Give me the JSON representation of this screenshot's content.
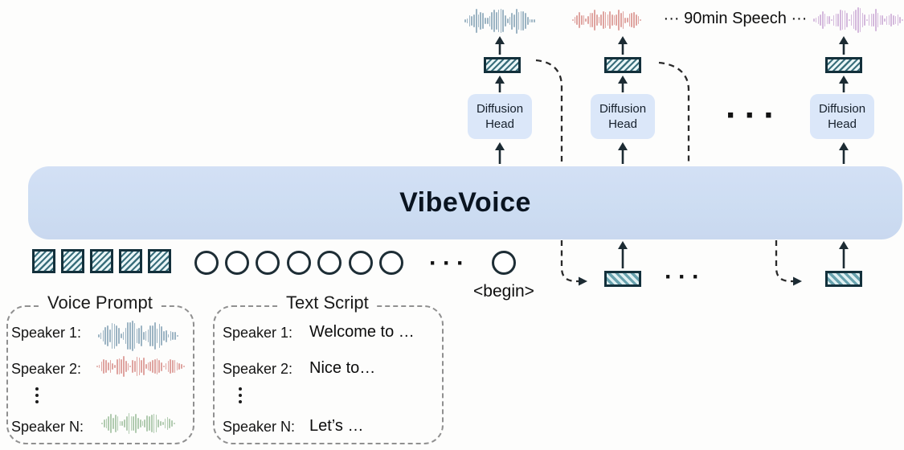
{
  "model": {
    "name": "VibeVoice"
  },
  "output": {
    "speech_label": "··· 90min Speech ···",
    "diffusion_head": {
      "line1": "Diffusion",
      "line2": "Head"
    },
    "heads_ellipsis": "···"
  },
  "tokens": {
    "begin_token": "<begin>",
    "input_row_ellipsis": "···",
    "generated_row_ellipsis": "···"
  },
  "voice_prompt": {
    "title": "Voice Prompt",
    "rows": [
      {
        "label": "Speaker 1:",
        "wave_color": "#9cb4c3"
      },
      {
        "label": "Speaker 2:",
        "wave_color": "#dfa4a0"
      },
      {
        "label": "⋮"
      },
      {
        "label": "Speaker N:",
        "wave_color": "#b1cbb0"
      }
    ]
  },
  "text_script": {
    "title": "Text Script",
    "rows": [
      {
        "label": "Speaker 1:",
        "text": "Welcome to …"
      },
      {
        "label": "Speaker 2:",
        "text": "Nice to…"
      },
      {
        "label": "⋮",
        "text": ""
      },
      {
        "label": "Speaker N:",
        "text": "Let’s …"
      }
    ]
  },
  "palette": {
    "band_fill": "#cdddf2",
    "diffusion_box_fill": "#dbe7f9",
    "hatch_teal": "#3a6f7c",
    "hatch_light": "#eaf6f8",
    "bottom_hatch_teal": "#68a2ae",
    "bottom_hatch_light": "#dff0f2",
    "outline_dark": "#13303b",
    "wave_blue": "#9cb4c3",
    "wave_pink": "#dfa4a0",
    "wave_purple": "#d4b9dc",
    "wave_green": "#b1cbb0"
  }
}
